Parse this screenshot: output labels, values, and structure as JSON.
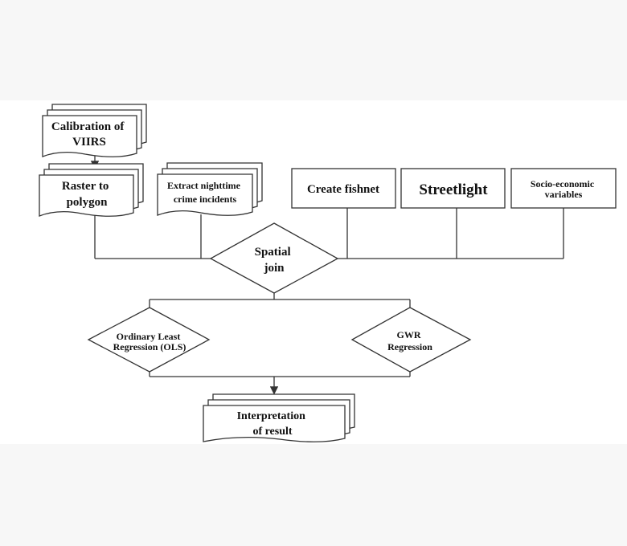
{
  "diagram": {
    "nodes": {
      "calibration": {
        "lines": [
          "Calibration of",
          "VIIRS"
        ]
      },
      "raster": {
        "lines": [
          "Raster to",
          "polygon"
        ]
      },
      "extract": {
        "lines": [
          "Extract nighttime",
          "crime incidents"
        ]
      },
      "fishnet": {
        "lines": [
          "Create fishnet"
        ]
      },
      "streetlight": {
        "lines": [
          "Streetlight"
        ]
      },
      "socio": {
        "lines": [
          "Socio-economic",
          "variables"
        ]
      },
      "spatial_join": {
        "lines": [
          "Spatial",
          "join"
        ]
      },
      "ols": {
        "lines": [
          "Ordinary Least",
          "Regression (OLS)"
        ]
      },
      "gwr": {
        "lines": [
          "GWR",
          "Regression"
        ]
      },
      "interpretation": {
        "lines": [
          "Interpretation",
          "of result"
        ]
      }
    },
    "colors": {
      "stroke": "#333333",
      "text": "#111111",
      "background": "#ffffff",
      "page": "#f7f7f7"
    }
  }
}
